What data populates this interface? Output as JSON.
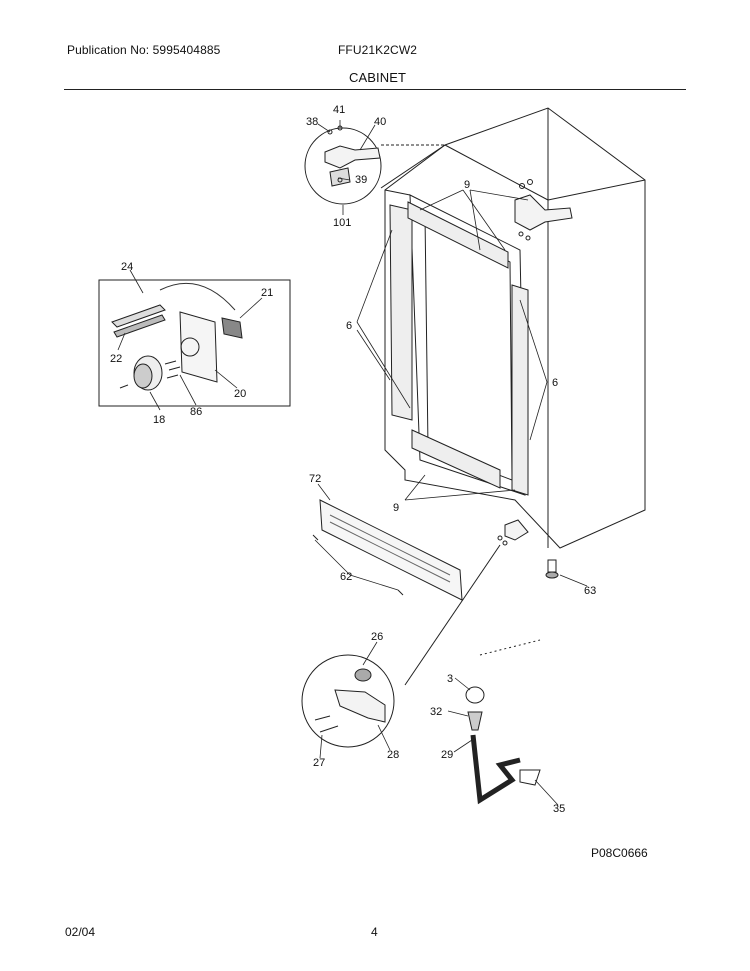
{
  "header": {
    "publication": "Publication No: 5995404885",
    "model": "FFU21K2CW2",
    "section": "CABINET"
  },
  "callouts": {
    "c41": "41",
    "c38": "38",
    "c40": "40",
    "c39": "39",
    "c101": "101",
    "c9a": "9",
    "c9b": "9",
    "c6a": "6",
    "c6b": "6",
    "c24": "24",
    "c21": "21",
    "c22": "22",
    "c20": "20",
    "c18": "18",
    "c86": "86",
    "c72": "72",
    "c62": "62",
    "c63": "63",
    "c26": "26",
    "c3": "3",
    "c32": "32",
    "c29": "29",
    "c28": "28",
    "c27": "27",
    "c35": "35"
  },
  "drawing_code": "P08C0666",
  "footer": {
    "date": "02/04",
    "page": "4"
  }
}
